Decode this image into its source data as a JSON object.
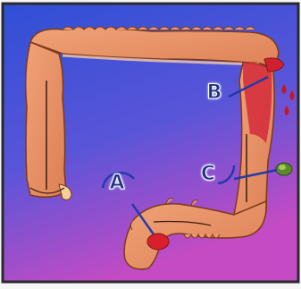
{
  "figure": {
    "subject": "colon-illustration",
    "callouts": [
      {
        "id": "A",
        "label": "A"
      },
      {
        "id": "B",
        "label": "B"
      },
      {
        "id": "C",
        "label": "C"
      }
    ],
    "colors": {
      "frame": "#2a2a2a",
      "background_top": "#3d52cf",
      "background_bottom": "#c642c2",
      "colon_body": "#e8956a",
      "colon_highlight": "#f8c6a4",
      "colon_outline": "#7a3a1a",
      "lesion_red": "#d8202c",
      "polyp_green": "#5d8a2a",
      "callout_line": "#233aa8",
      "blood_drop": "#c8161f"
    }
  }
}
